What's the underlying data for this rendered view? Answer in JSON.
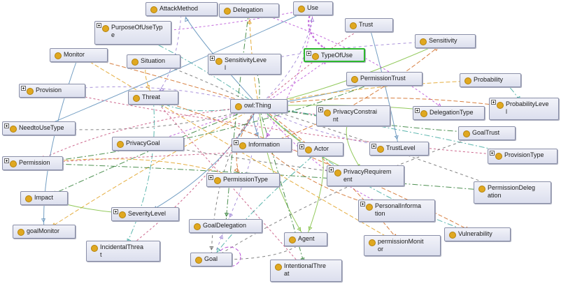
{
  "nodes": [
    {
      "id": "AttackMethod",
      "label": "AttackMethod",
      "expandable": false
    },
    {
      "id": "Delegation",
      "label": "Delegation",
      "expandable": false
    },
    {
      "id": "Use",
      "label": "Use",
      "expandable": false
    },
    {
      "id": "PurposeOfUseType",
      "label": "PurposeOfUseTyp\ne",
      "expandable": true
    },
    {
      "id": "Trust",
      "label": "Trust",
      "expandable": false
    },
    {
      "id": "Sensitivity",
      "label": "Sensitivity",
      "expandable": false
    },
    {
      "id": "Monitor",
      "label": "Monitor",
      "expandable": false
    },
    {
      "id": "Situation",
      "label": "Situation",
      "expandable": false
    },
    {
      "id": "SensitivityLevel",
      "label": "SensitivityLeve\nl",
      "expandable": true
    },
    {
      "id": "TypeOfUse",
      "label": "TypeOfUse",
      "expandable": true,
      "selected": true
    },
    {
      "id": "PermissionTrust",
      "label": "PermissionTrust",
      "expandable": false
    },
    {
      "id": "Probability",
      "label": "Probability",
      "expandable": false
    },
    {
      "id": "Provision",
      "label": "Provision",
      "expandable": true
    },
    {
      "id": "Threat",
      "label": "Threat",
      "expandable": false
    },
    {
      "id": "owlThing",
      "label": "owl:Thing",
      "expandable": false
    },
    {
      "id": "PrivacyConstraint",
      "label": "PrivacyConstrai\nnt",
      "expandable": true
    },
    {
      "id": "DelegationType",
      "label": "DelegationType",
      "expandable": true
    },
    {
      "id": "ProbabilityLevel",
      "label": "ProbabilityLeve\nl",
      "expandable": true
    },
    {
      "id": "NeedtoUseType",
      "label": "NeedtoUseType",
      "expandable": true
    },
    {
      "id": "GoalTrust",
      "label": "GoalTrust",
      "expandable": false
    },
    {
      "id": "PrivacyGoal",
      "label": "PrivacyGoal",
      "expandable": false
    },
    {
      "id": "Information",
      "label": "Information",
      "expandable": true
    },
    {
      "id": "Actor",
      "label": "Actor",
      "expandable": true
    },
    {
      "id": "TrustLevel",
      "label": "TrustLevel",
      "expandable": true
    },
    {
      "id": "ProvisionType",
      "label": "ProvisionType",
      "expandable": true
    },
    {
      "id": "Permission",
      "label": "Permission",
      "expandable": true
    },
    {
      "id": "PrivacyRequirement",
      "label": "PrivacyRequirem\nent",
      "expandable": true
    },
    {
      "id": "PermissionType",
      "label": "PermissionType",
      "expandable": true
    },
    {
      "id": "PermissionDelegation",
      "label": "PermissionDeleg\nation",
      "expandable": false
    },
    {
      "id": "Impact",
      "label": "Impact",
      "expandable": false
    },
    {
      "id": "PersonalInformation",
      "label": "PersonalInforma\ntion",
      "expandable": true
    },
    {
      "id": "SeverityLevel",
      "label": "SeverityLevel",
      "expandable": true
    },
    {
      "id": "goalMonitor",
      "label": "goalMonitor",
      "expandable": false
    },
    {
      "id": "GoalDelegation",
      "label": "GoalDelegation",
      "expandable": false
    },
    {
      "id": "Vulnerability",
      "label": "Vulnerability",
      "expandable": false
    },
    {
      "id": "IncidentalThreat",
      "label": "IncidentalThrea\nt",
      "expandable": false
    },
    {
      "id": "Agent",
      "label": "Agent",
      "expandable": false
    },
    {
      "id": "permissionMonitor",
      "label": "permissionMonit\nor",
      "expandable": false
    },
    {
      "id": "Goal",
      "label": "Goal",
      "expandable": false
    },
    {
      "id": "IntentionalThreat",
      "label": "IntentionalThre\nat",
      "expandable": false
    }
  ],
  "edge_colors": [
    "#5b8db8",
    "#e0a020",
    "#9a7fd4",
    "#3fa9a0",
    "#c44e7a",
    "#7fbf3f",
    "#d0691f",
    "#6c6c6c",
    "#2e7d32",
    "#b84fd6"
  ],
  "edges": [
    [
      "owlThing",
      "AttackMethod"
    ],
    [
      "owlThing",
      "Delegation"
    ],
    [
      "owlThing",
      "Use"
    ],
    [
      "owlThing",
      "PurposeOfUseType"
    ],
    [
      "owlThing",
      "Trust"
    ],
    [
      "owlThing",
      "Sensitivity"
    ],
    [
      "owlThing",
      "Monitor"
    ],
    [
      "owlThing",
      "Situation"
    ],
    [
      "owlThing",
      "SensitivityLevel"
    ],
    [
      "owlThing",
      "TypeOfUse"
    ],
    [
      "owlThing",
      "PermissionTrust"
    ],
    [
      "owlThing",
      "Probability"
    ],
    [
      "owlThing",
      "Provision"
    ],
    [
      "owlThing",
      "Threat"
    ],
    [
      "owlThing",
      "PrivacyConstraint"
    ],
    [
      "owlThing",
      "DelegationType"
    ],
    [
      "owlThing",
      "ProbabilityLevel"
    ],
    [
      "owlThing",
      "NeedtoUseType"
    ],
    [
      "owlThing",
      "GoalTrust"
    ],
    [
      "owlThing",
      "PrivacyGoal"
    ],
    [
      "owlThing",
      "Information"
    ],
    [
      "owlThing",
      "Actor"
    ],
    [
      "owlThing",
      "TrustLevel"
    ],
    [
      "owlThing",
      "ProvisionType"
    ],
    [
      "owlThing",
      "Permission"
    ],
    [
      "owlThing",
      "PrivacyRequirement"
    ],
    [
      "owlThing",
      "PermissionType"
    ],
    [
      "owlThing",
      "PermissionDelegation"
    ],
    [
      "owlThing",
      "Impact"
    ],
    [
      "owlThing",
      "PersonalInformation"
    ],
    [
      "owlThing",
      "SeverityLevel"
    ],
    [
      "owlThing",
      "goalMonitor"
    ],
    [
      "owlThing",
      "GoalDelegation"
    ],
    [
      "owlThing",
      "Vulnerability"
    ],
    [
      "owlThing",
      "IncidentalThreat"
    ],
    [
      "owlThing",
      "Agent"
    ],
    [
      "owlThing",
      "permissionMonitor"
    ],
    [
      "owlThing",
      "Goal"
    ],
    [
      "owlThing",
      "IntentionalThreat"
    ],
    [
      "Use",
      "TypeOfUse"
    ],
    [
      "Trust",
      "TrustLevel"
    ],
    [
      "Permission",
      "PermissionType"
    ],
    [
      "Goal",
      "GoalDelegation"
    ],
    [
      "Threat",
      "IncidentalThreat"
    ],
    [
      "Threat",
      "IntentionalThreat"
    ],
    [
      "Actor",
      "Agent"
    ],
    [
      "Information",
      "PersonalInformation"
    ],
    [
      "PrivacyGoal",
      "PrivacyRequirement"
    ],
    [
      "Permission",
      "PermissionDelegation"
    ],
    [
      "Delegation",
      "DelegationType"
    ],
    [
      "Monitor",
      "goalMonitor"
    ],
    [
      "Monitor",
      "permissionMonitor"
    ],
    [
      "Sensitivity",
      "SensitivityLevel"
    ],
    [
      "Probability",
      "ProbabilityLevel"
    ],
    [
      "Provision",
      "ProvisionType"
    ],
    [
      "Impact",
      "SeverityLevel"
    ],
    [
      "Threat",
      "Vulnerability"
    ],
    [
      "Goal",
      "GoalTrust"
    ],
    [
      "Permission",
      "PermissionTrust"
    ],
    [
      "Use",
      "PurposeOfUseType"
    ],
    [
      "Use",
      "NeedtoUseType"
    ],
    [
      "Situation",
      "Threat"
    ],
    [
      "AttackMethod",
      "Threat"
    ],
    [
      "Actor",
      "Goal"
    ],
    [
      "Actor",
      "Permission"
    ],
    [
      "PrivacyConstraint",
      "PrivacyRequirement"
    ],
    [
      "Information",
      "Sensitivity"
    ],
    [
      "Agent",
      "Goal"
    ],
    [
      "Delegation",
      "GoalDelegation"
    ],
    [
      "Use",
      "Information"
    ]
  ]
}
